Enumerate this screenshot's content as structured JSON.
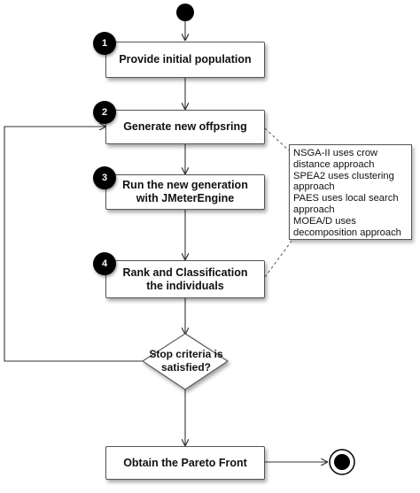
{
  "diagram": {
    "steps": [
      {
        "number": "1",
        "label": "Provide initial population"
      },
      {
        "number": "2",
        "label": "Generate new offpsring"
      },
      {
        "number": "3",
        "label": "Run the new generation with JMeterEngine"
      },
      {
        "number": "4",
        "label": "Rank and Classification the individuals"
      }
    ],
    "decision": {
      "label": "Stop criteria is satisfied?"
    },
    "final_step": {
      "label": "Obtain the Pareto Front"
    },
    "note": {
      "lines": [
        "NSGA-II uses crow",
        "distance approach",
        "SPEA2 uses clustering",
        "approach",
        "PAES uses local search",
        "approach",
        "MOEA/D uses",
        "decomposition approach"
      ]
    }
  }
}
